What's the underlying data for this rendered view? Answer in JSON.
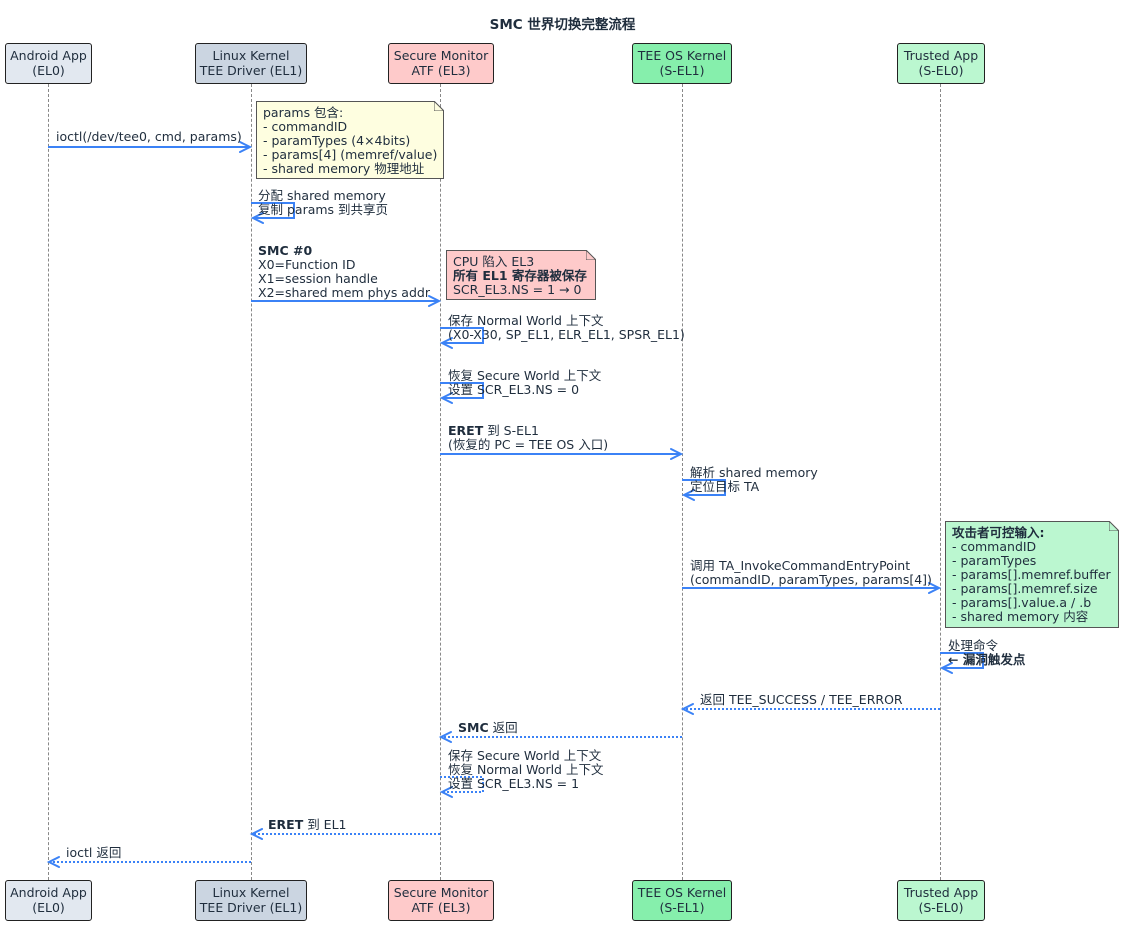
{
  "title": "SMC 世界切换完整流程",
  "participants": [
    {
      "id": "android",
      "lines": [
        "Android App",
        "(EL0)"
      ],
      "color": "#e2e8f0"
    },
    {
      "id": "linux",
      "lines": [
        "Linux Kernel",
        "TEE Driver (EL1)"
      ],
      "color": "#cbd5e1"
    },
    {
      "id": "atf",
      "lines": [
        "Secure Monitor",
        "ATF (EL3)"
      ],
      "color": "#fecaca"
    },
    {
      "id": "teeos",
      "lines": [
        "TEE OS Kernel",
        "(S-EL1)"
      ],
      "color": "#86efac"
    },
    {
      "id": "ta",
      "lines": [
        "Trusted App",
        "(S-EL0)"
      ],
      "color": "#bbf7d0"
    }
  ],
  "messages": [
    {
      "id": "m1",
      "from": "android",
      "to": "linux",
      "style": "solid",
      "lines": [
        [
          {
            "t": "ioctl(/dev/tee0, cmd, params)"
          }
        ]
      ]
    },
    {
      "id": "m2",
      "from": "linux",
      "to": "linux",
      "style": "solid",
      "lines": [
        [
          {
            "t": "分配 shared memory"
          }
        ],
        [
          {
            "t": "复制 params 到共享页"
          }
        ]
      ]
    },
    {
      "id": "m3",
      "from": "linux",
      "to": "atf",
      "style": "solid",
      "lines": [
        [
          {
            "t": "SMC #0",
            "b": true
          }
        ],
        [
          {
            "t": "X0=Function ID"
          }
        ],
        [
          {
            "t": "X1=session handle"
          }
        ],
        [
          {
            "t": "X2=shared mem phys addr"
          }
        ]
      ]
    },
    {
      "id": "m4",
      "from": "atf",
      "to": "atf",
      "style": "solid",
      "lines": [
        [
          {
            "t": "保存 Normal World 上下文"
          }
        ],
        [
          {
            "t": "(X0-X30, SP_EL1, ELR_EL1, SPSR_EL1)"
          }
        ]
      ]
    },
    {
      "id": "m5",
      "from": "atf",
      "to": "atf",
      "style": "solid",
      "lines": [
        [
          {
            "t": "恢复 Secure World 上下文"
          }
        ],
        [
          {
            "t": "设置 SCR_EL3.NS = 0"
          }
        ]
      ]
    },
    {
      "id": "m6",
      "from": "atf",
      "to": "teeos",
      "style": "solid",
      "lines": [
        [
          {
            "t": "ERET",
            "b": true
          },
          {
            "t": " 到 S-EL1"
          }
        ],
        [
          {
            "t": "(恢复的 PC = TEE OS 入口)"
          }
        ]
      ]
    },
    {
      "id": "m7",
      "from": "teeos",
      "to": "teeos",
      "style": "solid",
      "lines": [
        [
          {
            "t": "解析 shared memory"
          }
        ],
        [
          {
            "t": "定位目标 TA"
          }
        ]
      ]
    },
    {
      "id": "m8",
      "from": "teeos",
      "to": "ta",
      "style": "solid",
      "lines": [
        [
          {
            "t": "调用 TA_InvokeCommandEntryPoint"
          }
        ],
        [
          {
            "t": "(commandID, paramTypes, params[4])"
          }
        ]
      ]
    },
    {
      "id": "m9",
      "from": "ta",
      "to": "ta",
      "style": "solid",
      "lines": [
        [
          {
            "t": "处理命令"
          }
        ],
        [
          {
            "t": "← 漏洞触发点",
            "b": true
          }
        ]
      ]
    },
    {
      "id": "m10",
      "from": "ta",
      "to": "teeos",
      "style": "dotted",
      "lines": [
        [
          {
            "t": "返回 TEE_SUCCESS / TEE_ERROR"
          }
        ]
      ]
    },
    {
      "id": "m11",
      "from": "teeos",
      "to": "atf",
      "style": "dotted",
      "lines": [
        [
          {
            "t": "SMC",
            "b": true
          },
          {
            "t": " 返回"
          }
        ]
      ]
    },
    {
      "id": "m12",
      "from": "atf",
      "to": "atf",
      "style": "dotted",
      "lines": [
        [
          {
            "t": "保存 Secure World 上下文"
          }
        ],
        [
          {
            "t": "恢复 Normal World 上下文"
          }
        ],
        [
          {
            "t": "设置 SCR_EL3.NS = 1"
          }
        ]
      ]
    },
    {
      "id": "m13",
      "from": "atf",
      "to": "linux",
      "style": "dotted",
      "lines": [
        [
          {
            "t": "ERET",
            "b": true
          },
          {
            "t": " 到 EL1"
          }
        ]
      ]
    },
    {
      "id": "m14",
      "from": "linux",
      "to": "android",
      "style": "dotted",
      "lines": [
        [
          {
            "t": "ioctl 返回"
          }
        ]
      ]
    }
  ],
  "notes": [
    {
      "id": "n1",
      "color": "#fefee0",
      "lines": [
        [
          {
            "t": "params 包含:"
          }
        ],
        [
          {
            "t": "- commandID"
          }
        ],
        [
          {
            "t": "- paramTypes (4×4bits)"
          }
        ],
        [
          {
            "t": "- params[4] (memref/value)"
          }
        ],
        [
          {
            "t": "- shared memory 物理地址"
          }
        ]
      ]
    },
    {
      "id": "n2",
      "color": "#fecaca",
      "lines": [
        [
          {
            "t": "CPU 陷入 EL3"
          }
        ],
        [
          {
            "t": "所有 EL1 寄存器被保存",
            "b": true
          }
        ],
        [
          {
            "t": "SCR_EL3.NS = 1 → 0"
          }
        ]
      ]
    },
    {
      "id": "n3",
      "color": "#bbf7d0",
      "lines": [
        [
          {
            "t": "攻击者可控输入:",
            "b": true
          }
        ],
        [
          {
            "t": "- commandID"
          }
        ],
        [
          {
            "t": "- paramTypes"
          }
        ],
        [
          {
            "t": "- params[].memref.buffer"
          }
        ],
        [
          {
            "t": "- params[].memref.size"
          }
        ],
        [
          {
            "t": "- params[].value.a / .b"
          }
        ],
        [
          {
            "t": "- shared memory 内容"
          }
        ]
      ]
    }
  ],
  "colors": {
    "arrow": "#3b82f6",
    "border": "#222222",
    "lifeline": "#888888"
  }
}
